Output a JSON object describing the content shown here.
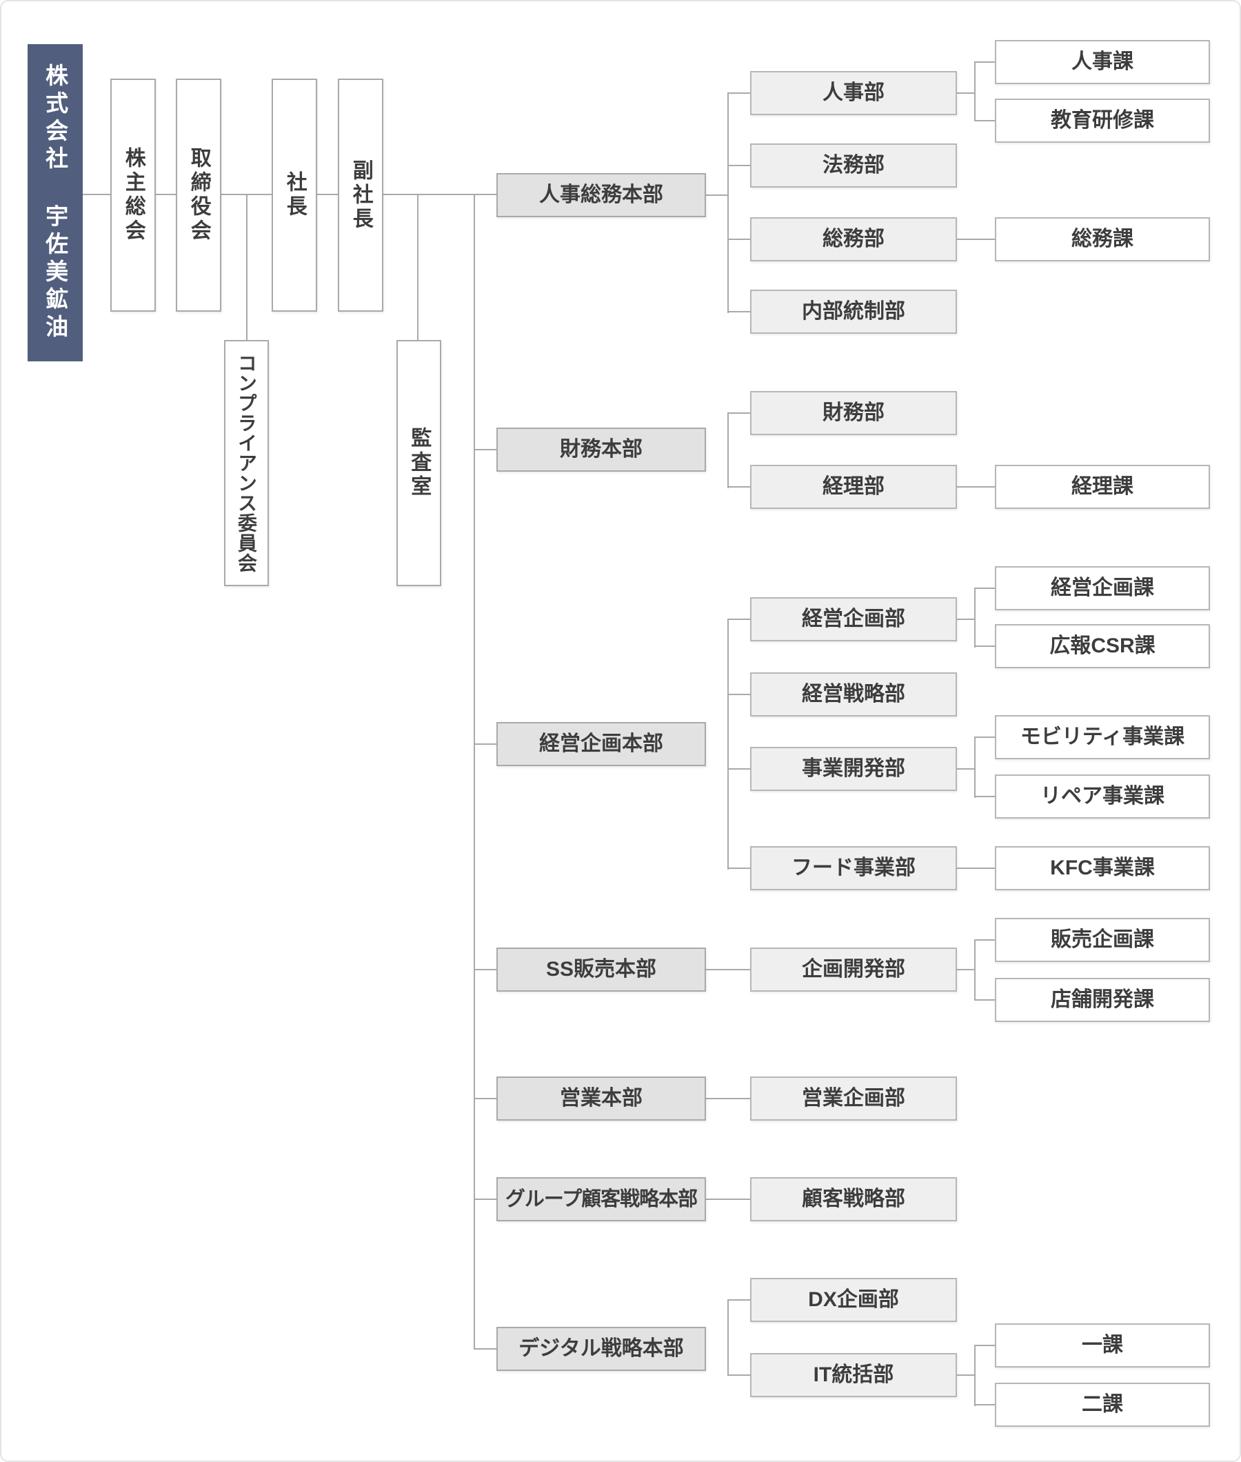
{
  "title": "株式会社宇佐美鉱油 組織図",
  "colors": {
    "company_fill": "#525e7e",
    "company_text": "#ffffff",
    "hq_fill": "#e2e2e2",
    "dept_fill": "#efefef",
    "section_fill": "#ffffff",
    "box_border": "#a9a9a9",
    "connector_line": "#a9a9a9",
    "label_text": "#3d3d3d",
    "page_border": "#e3e3e3",
    "background": "#ffffff"
  },
  "labels": {
    "company": "株式会社 宇佐美鉱油",
    "shareholders_meeting": "株主総会",
    "board_of_directors": "取締役会",
    "president": "社長",
    "vice_president": "副社長",
    "compliance_committee": "コンプライアンス委員会",
    "audit_office": "監査室",
    "hq_hr_general": "人事総務本部",
    "hq_finance": "財務本部",
    "hq_corporate_planning": "経営企画本部",
    "hq_ss_sales": "SS販売本部",
    "hq_sales": "営業本部",
    "hq_group_customer": "グループ顧客戦略本部",
    "hq_digital": "デジタル戦略本部",
    "dept_hr": "人事部",
    "dept_legal": "法務部",
    "dept_general": "総務部",
    "dept_internal_control": "内部統制部",
    "dept_treasury": "財務部",
    "dept_accounting": "経理部",
    "dept_corp_planning": "経営企画部",
    "dept_corp_strategy": "経営戦略部",
    "dept_biz_dev": "事業開発部",
    "dept_food": "フード事業部",
    "dept_plan_dev": "企画開発部",
    "dept_sales_planning": "営業企画部",
    "dept_customer_strategy": "顧客戦略部",
    "dept_dx_planning": "DX企画部",
    "dept_it_control": "IT統括部",
    "sec_hr": "人事課",
    "sec_training": "教育研修課",
    "sec_general": "総務課",
    "sec_accounting": "経理課",
    "sec_corp_planning": "経営企画課",
    "sec_pr_csr": "広報CSR課",
    "sec_mobility": "モビリティ事業課",
    "sec_repair": "リペア事業課",
    "sec_kfc": "KFC事業課",
    "sec_sales_planning": "販売企画課",
    "sec_store_dev": "店舗開発課",
    "sec_first": "一課",
    "sec_second": "二課"
  },
  "hierarchy": {
    "root": "company",
    "governance_line": [
      "shareholders_meeting",
      "board_of_directors",
      "president",
      "vice_president"
    ],
    "board_subordinate": "compliance_committee",
    "vice_president_subordinate": "audit_office",
    "headquarters": [
      {
        "id": "hq_hr_general",
        "departments": [
          {
            "id": "dept_hr",
            "sections": [
              "sec_hr",
              "sec_training"
            ]
          },
          {
            "id": "dept_legal",
            "sections": []
          },
          {
            "id": "dept_general",
            "sections": [
              "sec_general"
            ]
          },
          {
            "id": "dept_internal_control",
            "sections": []
          }
        ]
      },
      {
        "id": "hq_finance",
        "departments": [
          {
            "id": "dept_treasury",
            "sections": []
          },
          {
            "id": "dept_accounting",
            "sections": [
              "sec_accounting"
            ]
          }
        ]
      },
      {
        "id": "hq_corporate_planning",
        "departments": [
          {
            "id": "dept_corp_planning",
            "sections": [
              "sec_corp_planning",
              "sec_pr_csr"
            ]
          },
          {
            "id": "dept_corp_strategy",
            "sections": []
          },
          {
            "id": "dept_biz_dev",
            "sections": [
              "sec_mobility",
              "sec_repair"
            ]
          },
          {
            "id": "dept_food",
            "sections": [
              "sec_kfc"
            ]
          }
        ]
      },
      {
        "id": "hq_ss_sales",
        "departments": [
          {
            "id": "dept_plan_dev",
            "sections": [
              "sec_sales_planning",
              "sec_store_dev"
            ]
          }
        ]
      },
      {
        "id": "hq_sales",
        "departments": [
          {
            "id": "dept_sales_planning",
            "sections": []
          }
        ]
      },
      {
        "id": "hq_group_customer",
        "departments": [
          {
            "id": "dept_customer_strategy",
            "sections": []
          }
        ]
      },
      {
        "id": "hq_digital",
        "departments": [
          {
            "id": "dept_dx_planning",
            "sections": []
          },
          {
            "id": "dept_it_control",
            "sections": [
              "sec_first",
              "sec_second"
            ]
          }
        ]
      }
    ]
  }
}
